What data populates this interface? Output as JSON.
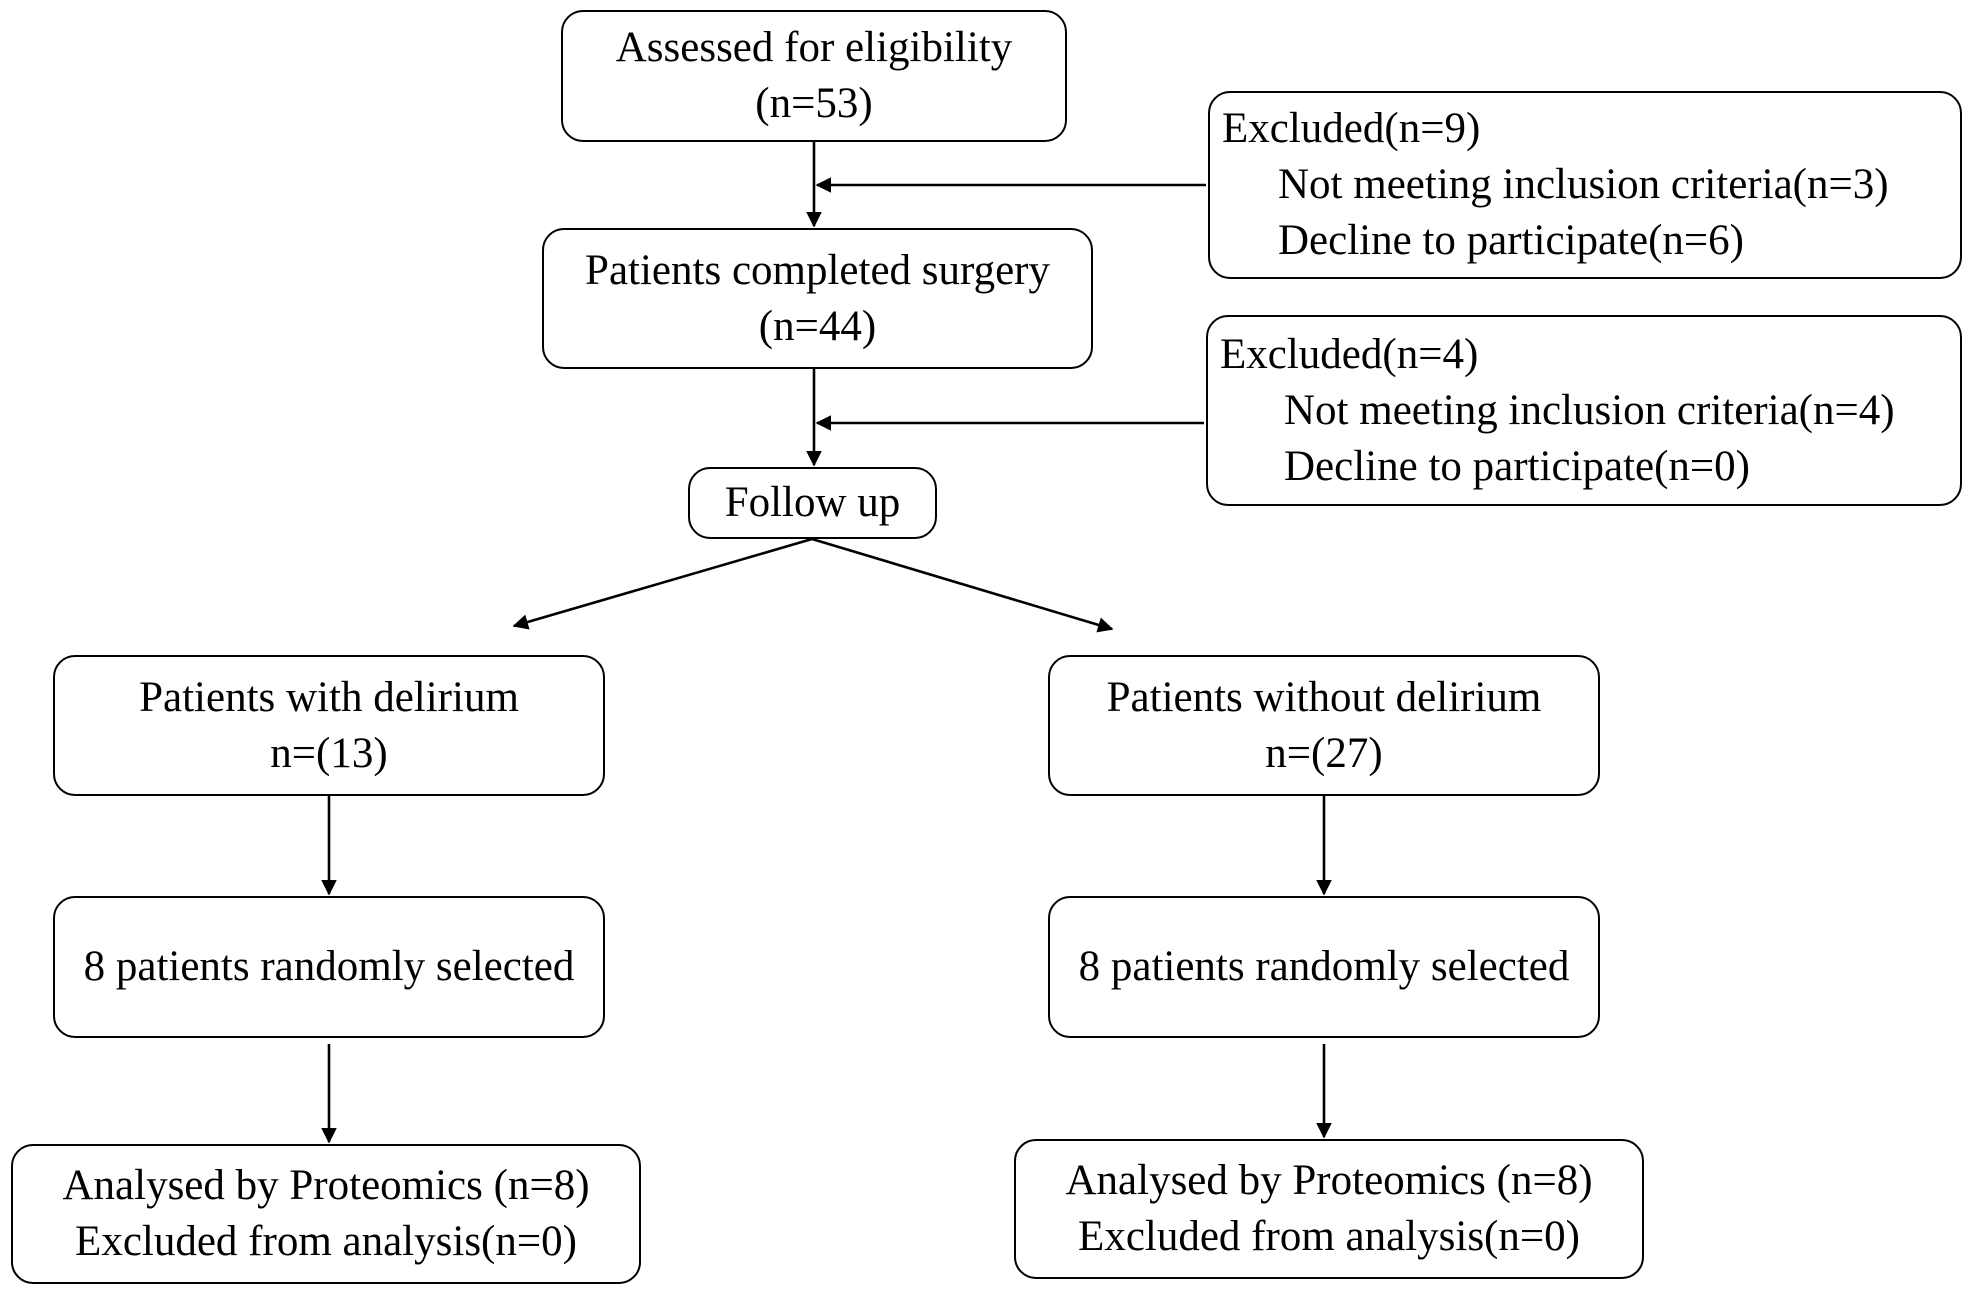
{
  "assessed": {
    "line1": "Assessed for eligibility",
    "line2": "(n=53)"
  },
  "excluded_1": {
    "title": "Excluded(n=9)",
    "reason1": "Not meeting inclusion criteria(n=3)",
    "reason2": "Decline to participate(n=6)"
  },
  "surgery": {
    "line1": "Patients completed surgery",
    "line2": "(n=44)"
  },
  "excluded_2": {
    "title": "Excluded(n=4)",
    "reason1": "Not meeting inclusion criteria(n=4)",
    "reason2": "Decline to participate(n=0)"
  },
  "follow_up": {
    "label": "Follow up"
  },
  "with_delirium": {
    "line1": "Patients with delirium",
    "line2": "n=(13)",
    "selected": "8 patients randomly selected",
    "analysed": "Analysed by Proteomics (n=8)",
    "excluded": "Excluded from analysis(n=0)"
  },
  "without_delirium": {
    "line1": "Patients without delirium",
    "line2": "n=(27)",
    "selected": "8 patients randomly selected",
    "analysed": "Analysed by Proteomics (n=8)",
    "excluded": "Excluded from analysis(n=0)"
  }
}
